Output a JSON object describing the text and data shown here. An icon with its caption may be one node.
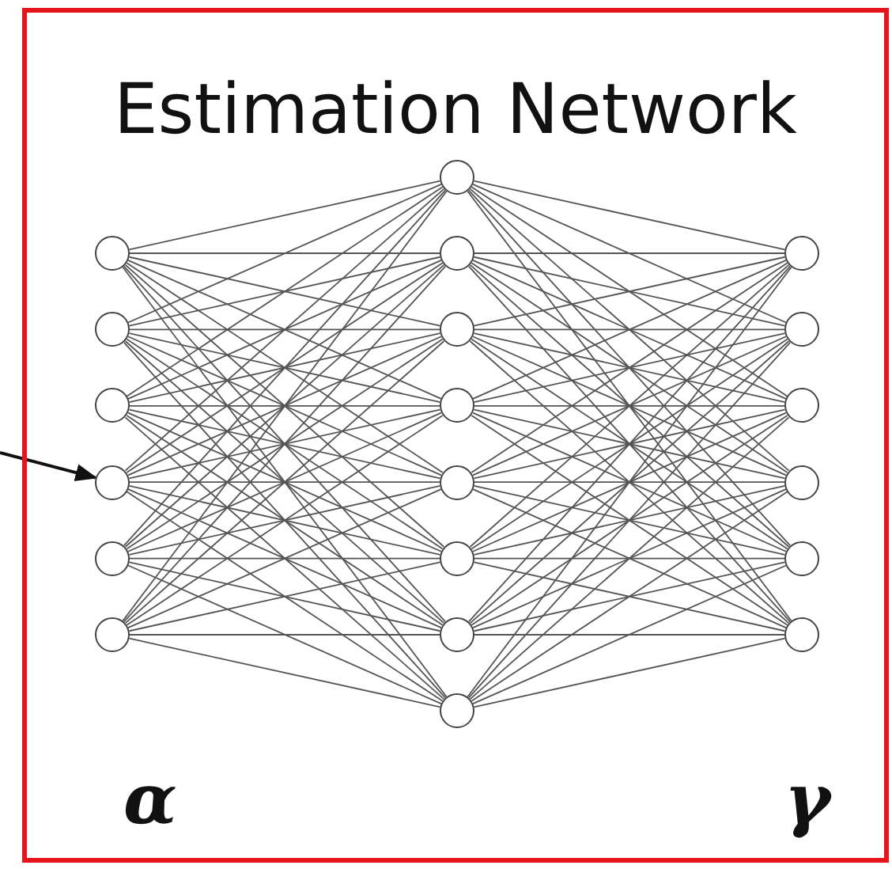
{
  "diagram": {
    "nodes": [
      {
        "text": [
          "Estimation Network"
        ]
      },
      {
        "text": [],
        "shape": "circle",
        "in": 0
      },
      {
        "text": [],
        "shape": "circle",
        "in": 0
      },
      {
        "text": [],
        "shape": "circle",
        "in": 0
      },
      {
        "text": [],
        "shape": "circle",
        "in": 0
      },
      {
        "text": [],
        "shape": "circle",
        "in": 0
      },
      {
        "text": [],
        "shape": "circle",
        "in": 0
      },
      {
        "text": [],
        "shape": "circle",
        "in": 0
      },
      {
        "text": [],
        "shape": "circle",
        "in": 0
      },
      {
        "text": [],
        "shape": "circle",
        "in": 0
      },
      {
        "text": [],
        "shape": "circle",
        "in": 0
      },
      {
        "text": [],
        "shape": "circle",
        "in": 0
      },
      {
        "text": [],
        "shape": "circle",
        "in": 0
      },
      {
        "text": [],
        "shape": "circle",
        "in": 0
      },
      {
        "text": [],
        "shape": "circle",
        "in": 0
      },
      {
        "text": [],
        "shape": "circle",
        "in": 0
      },
      {
        "text": [],
        "shape": "circle",
        "in": 0
      },
      {
        "text": [],
        "shape": "circle",
        "in": 0
      },
      {
        "text": [],
        "shape": "circle",
        "in": 0
      },
      {
        "text": [],
        "shape": "circle",
        "in": 0
      },
      {
        "text": [],
        "shape": "circle",
        "in": 0
      }
    ],
    "edges": [
      {
        "from": null,
        "to": 4,
        "arrow": "to"
      },
      {
        "from": 1,
        "to": 7,
        "arrow": "none"
      },
      {
        "from": 1,
        "to": 8,
        "arrow": "none"
      },
      {
        "from": 1,
        "to": 9,
        "arrow": "none"
      },
      {
        "from": 1,
        "to": 10,
        "arrow": "none"
      },
      {
        "from": 1,
        "to": 11,
        "arrow": "none"
      },
      {
        "from": 1,
        "to": 12,
        "arrow": "none"
      },
      {
        "from": 1,
        "to": 13,
        "arrow": "none"
      },
      {
        "from": 1,
        "to": 14,
        "arrow": "none"
      },
      {
        "from": 2,
        "to": 7,
        "arrow": "none"
      },
      {
        "from": 2,
        "to": 8,
        "arrow": "none"
      },
      {
        "from": 2,
        "to": 9,
        "arrow": "none"
      },
      {
        "from": 2,
        "to": 10,
        "arrow": "none"
      },
      {
        "from": 2,
        "to": 11,
        "arrow": "none"
      },
      {
        "from": 2,
        "to": 12,
        "arrow": "none"
      },
      {
        "from": 2,
        "to": 13,
        "arrow": "none"
      },
      {
        "from": 2,
        "to": 14,
        "arrow": "none"
      },
      {
        "from": 3,
        "to": 7,
        "arrow": "none"
      },
      {
        "from": 3,
        "to": 8,
        "arrow": "none"
      },
      {
        "from": 3,
        "to": 9,
        "arrow": "none"
      },
      {
        "from": 3,
        "to": 10,
        "arrow": "none"
      },
      {
        "from": 3,
        "to": 11,
        "arrow": "none"
      },
      {
        "from": 3,
        "to": 12,
        "arrow": "none"
      },
      {
        "from": 3,
        "to": 13,
        "arrow": "none"
      },
      {
        "from": 3,
        "to": 14,
        "arrow": "none"
      },
      {
        "from": 4,
        "to": 7,
        "arrow": "none"
      },
      {
        "from": 4,
        "to": 8,
        "arrow": "none"
      },
      {
        "from": 4,
        "to": 9,
        "arrow": "none"
      },
      {
        "from": 4,
        "to": 10,
        "arrow": "none"
      },
      {
        "from": 4,
        "to": 11,
        "arrow": "none"
      },
      {
        "from": 4,
        "to": 12,
        "arrow": "none"
      },
      {
        "from": 4,
        "to": 13,
        "arrow": "none"
      },
      {
        "from": 4,
        "to": 14,
        "arrow": "none"
      },
      {
        "from": 5,
        "to": 7,
        "arrow": "none"
      },
      {
        "from": 5,
        "to": 8,
        "arrow": "none"
      },
      {
        "from": 5,
        "to": 9,
        "arrow": "none"
      },
      {
        "from": 5,
        "to": 10,
        "arrow": "none"
      },
      {
        "from": 5,
        "to": 11,
        "arrow": "none"
      },
      {
        "from": 5,
        "to": 12,
        "arrow": "none"
      },
      {
        "from": 5,
        "to": 13,
        "arrow": "none"
      },
      {
        "from": 5,
        "to": 14,
        "arrow": "none"
      },
      {
        "from": 6,
        "to": 7,
        "arrow": "none"
      },
      {
        "from": 6,
        "to": 8,
        "arrow": "none"
      },
      {
        "from": 6,
        "to": 9,
        "arrow": "none"
      },
      {
        "from": 6,
        "to": 10,
        "arrow": "none"
      },
      {
        "from": 6,
        "to": 11,
        "arrow": "none"
      },
      {
        "from": 6,
        "to": 12,
        "arrow": "none"
      },
      {
        "from": 6,
        "to": 13,
        "arrow": "none"
      },
      {
        "from": 6,
        "to": 14,
        "arrow": "none"
      },
      {
        "from": 7,
        "to": 15,
        "arrow": "none"
      },
      {
        "from": 7,
        "to": 16,
        "arrow": "none"
      },
      {
        "from": 7,
        "to": 17,
        "arrow": "none"
      },
      {
        "from": 7,
        "to": 18,
        "arrow": "none"
      },
      {
        "from": 7,
        "to": 19,
        "arrow": "none"
      },
      {
        "from": 7,
        "to": 20,
        "arrow": "none"
      },
      {
        "from": 8,
        "to": 15,
        "arrow": "none"
      },
      {
        "from": 8,
        "to": 16,
        "arrow": "none"
      },
      {
        "from": 8,
        "to": 17,
        "arrow": "none"
      },
      {
        "from": 8,
        "to": 18,
        "arrow": "none"
      },
      {
        "from": 8,
        "to": 19,
        "arrow": "none"
      },
      {
        "from": 8,
        "to": 20,
        "arrow": "none"
      },
      {
        "from": 9,
        "to": 15,
        "arrow": "none"
      },
      {
        "from": 9,
        "to": 16,
        "arrow": "none"
      },
      {
        "from": 9,
        "to": 17,
        "arrow": "none"
      },
      {
        "from": 9,
        "to": 18,
        "arrow": "none"
      },
      {
        "from": 9,
        "to": 19,
        "arrow": "none"
      },
      {
        "from": 9,
        "to": 20,
        "arrow": "none"
      },
      {
        "from": 10,
        "to": 15,
        "arrow": "none"
      },
      {
        "from": 10,
        "to": 16,
        "arrow": "none"
      },
      {
        "from": 10,
        "to": 17,
        "arrow": "none"
      },
      {
        "from": 10,
        "to": 18,
        "arrow": "none"
      },
      {
        "from": 10,
        "to": 19,
        "arrow": "none"
      },
      {
        "from": 10,
        "to": 20,
        "arrow": "none"
      },
      {
        "from": 11,
        "to": 15,
        "arrow": "none"
      },
      {
        "from": 11,
        "to": 16,
        "arrow": "none"
      },
      {
        "from": 11,
        "to": 17,
        "arrow": "none"
      },
      {
        "from": 11,
        "to": 18,
        "arrow": "none"
      },
      {
        "from": 11,
        "to": 19,
        "arrow": "none"
      },
      {
        "from": 11,
        "to": 20,
        "arrow": "none"
      },
      {
        "from": 12,
        "to": 15,
        "arrow": "none"
      },
      {
        "from": 12,
        "to": 16,
        "arrow": "none"
      },
      {
        "from": 12,
        "to": 17,
        "arrow": "none"
      },
      {
        "from": 12,
        "to": 18,
        "arrow": "none"
      },
      {
        "from": 12,
        "to": 19,
        "arrow": "none"
      },
      {
        "from": 12,
        "to": 20,
        "arrow": "none"
      },
      {
        "from": 13,
        "to": 15,
        "arrow": "none"
      },
      {
        "from": 13,
        "to": 16,
        "arrow": "none"
      },
      {
        "from": 13,
        "to": 17,
        "arrow": "none"
      },
      {
        "from": 13,
        "to": 18,
        "arrow": "none"
      },
      {
        "from": 13,
        "to": 19,
        "arrow": "none"
      },
      {
        "from": 13,
        "to": 20,
        "arrow": "none"
      },
      {
        "from": 14,
        "to": 15,
        "arrow": "none"
      },
      {
        "from": 14,
        "to": 16,
        "arrow": "none"
      },
      {
        "from": 14,
        "to": 17,
        "arrow": "none"
      },
      {
        "from": 14,
        "to": 18,
        "arrow": "none"
      },
      {
        "from": 14,
        "to": 19,
        "arrow": "none"
      },
      {
        "from": 14,
        "to": 20,
        "arrow": "none"
      }
    ],
    "labels": [
      "α",
      "γ"
    ]
  }
}
